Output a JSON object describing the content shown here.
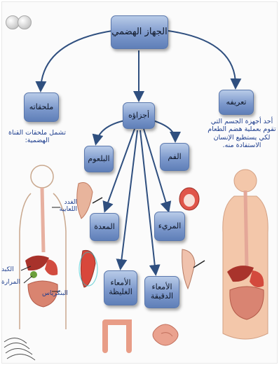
{
  "diagram": {
    "root": "الجهاز الهضمي",
    "level1": {
      "left": "ملحقاته",
      "middle": "أجزاؤه",
      "right": "تعريفه"
    },
    "parts": {
      "mouth": "الفم",
      "pharynx": "البلعوم",
      "esophagus": "المريء",
      "stomach": "المعدة",
      "small_intestine": "الأمعاء الدقيقة",
      "large_intestine": "الأمعاء الغليظة"
    },
    "descriptions": {
      "accessories": "تشمل ملحقات القناة الهضمية:",
      "definition": "أحد أجهزة الجسم التي تقوم بعملية هضم الطعام لكي يستطيع الإنسان الاستفادة منه."
    },
    "accessory_labels": {
      "salivary": "الغدد اللعابية",
      "liver": "الكبد",
      "gallbladder": "المرارة",
      "pancreas": "البنكرياس"
    }
  },
  "colors": {
    "node_fill": "#7d99cc",
    "arrow": "#2f4f7f",
    "text_blue": "#1f3f8f",
    "organ_red": "#c8322a",
    "body_skin": "#f2c8a8"
  }
}
